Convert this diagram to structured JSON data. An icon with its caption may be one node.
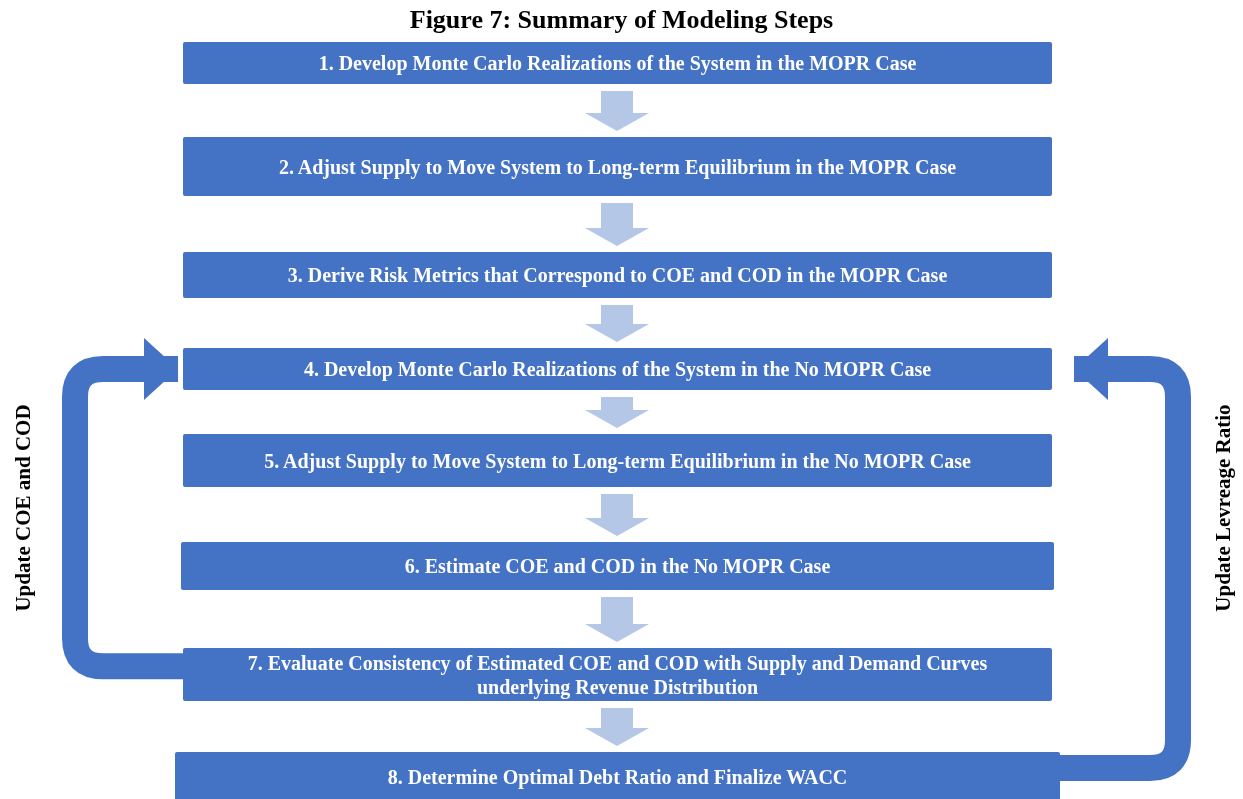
{
  "diagram": {
    "title": "Figure 7: Summary of Modeling Steps",
    "nodes": [
      {
        "text": [
          "1. Develop Monte Carlo Realizations of the System in the MOPR Case"
        ]
      },
      {
        "text": [
          "2. Adjust Supply to Move System to Long-term Equilibrium in the MOPR Case"
        ]
      },
      {
        "text": [
          "3. Derive Risk Metrics that Correspond to COE and COD in the MOPR Case"
        ]
      },
      {
        "text": [
          "4.  Develop Monte Carlo Realizations of the System in the No MOPR Case"
        ]
      },
      {
        "text": [
          "5. Adjust Supply to Move System to Long-term Equilibrium in the No MOPR Case"
        ]
      },
      {
        "text": [
          "6. Estimate COE and COD in the No MOPR Case"
        ]
      },
      {
        "text": [
          "7. Evaluate Consistency of Estimated COE and COD with Supply and Demand Curves underlying Revenue Distribution"
        ]
      },
      {
        "text": [
          "8. Determine Optimal Debt Ratio and Finalize WACC"
        ]
      }
    ],
    "edges": [
      {
        "from": 0,
        "to": 1,
        "arrow": "to"
      },
      {
        "from": 1,
        "to": 2,
        "arrow": "to"
      },
      {
        "from": 2,
        "to": 3,
        "arrow": "to"
      },
      {
        "from": 3,
        "to": 4,
        "arrow": "to"
      },
      {
        "from": 4,
        "to": 5,
        "arrow": "to"
      },
      {
        "from": 5,
        "to": 6,
        "arrow": "to"
      },
      {
        "from": 6,
        "to": 7,
        "arrow": "to"
      },
      {
        "from": 6,
        "to": 3,
        "arrow": "to",
        "label": "Update COE and COD",
        "color": "#4472c4"
      },
      {
        "from": 7,
        "to": 3,
        "arrow": "to",
        "label": "Update Levreage Ratio",
        "color": "#4472c4"
      }
    ]
  }
}
